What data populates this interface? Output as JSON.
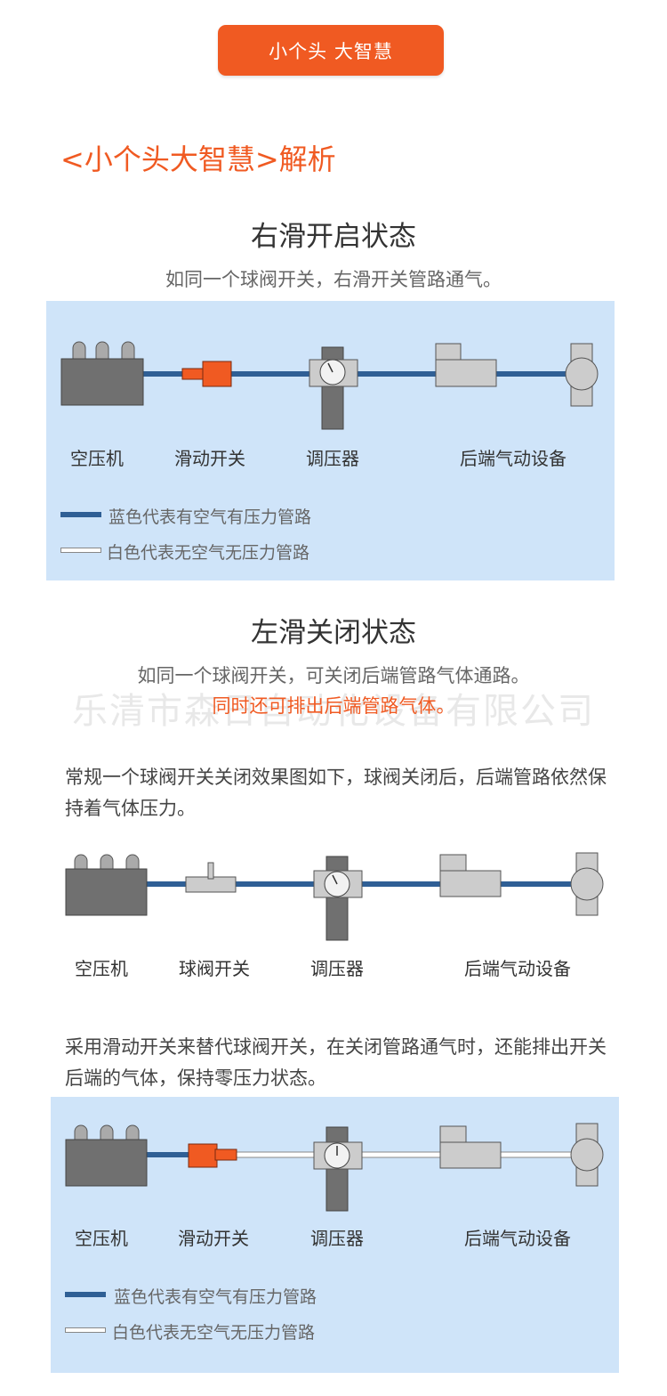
{
  "badge": "小个头   大智慧",
  "section_title": "<小个头大智慧>解析",
  "watermark": "乐清市森日自动化设备有限公司",
  "diagram1": {
    "title": "右滑开启状态",
    "subtitle": "如同一个球阀开关，右滑开关管路通气。",
    "labels": [
      "空压机",
      "滑动开关",
      "调压器",
      "后端气动设备"
    ],
    "legend_blue": "蓝色代表有空气有压力管路",
    "legend_white": "白色代表无空气无压力管路"
  },
  "diagram2": {
    "title": "左滑关闭状态",
    "subtitle": "如同一个球阀开关，可关闭后端管路气体通路。",
    "subtitle_highlight": "同时还可排出后端管路气体。"
  },
  "para1": "常规一个球阀开关关闭效果图如下，球阀关闭后，后端管路依然保持着气体压力。",
  "diagram3": {
    "labels": [
      "空压机",
      "球阀开关",
      "调压器",
      "后端气动设备"
    ]
  },
  "para2": "采用滑动开关来替代球阀开关，在关闭管路通气时，还能排出开关后端的气体，保持零压力状态。",
  "diagram4": {
    "labels": [
      "空压机",
      "滑动开关",
      "调压器",
      "后端气动设备"
    ],
    "legend_blue": "蓝色代表有空气有压力管路",
    "legend_white": "白色代表无空气无压力管路"
  },
  "colors": {
    "accent": "#f05a22",
    "panel": "#cfe4f9",
    "pipe_pressure": "#2f5f95",
    "pipe_empty": "#ffffff"
  },
  "icons": [
    "air-compressor-icon",
    "slide-switch-icon",
    "ball-valve-icon",
    "pressure-regulator-icon",
    "pneumatic-device-icon"
  ]
}
